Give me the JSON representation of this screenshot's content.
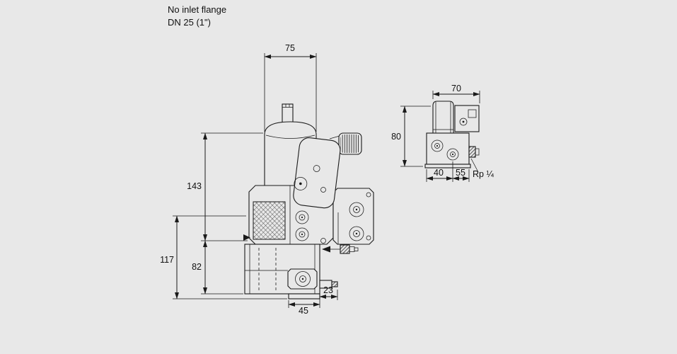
{
  "colors": {
    "background": "#e8e8e8",
    "line": "#1a1a1a"
  },
  "annotations": {
    "title_line1": "No inlet flange",
    "title_line2": "DN 25 (1\")"
  },
  "front_view": {
    "dim_top_width": "75",
    "dim_upper_height": "143",
    "dim_total_height": "117",
    "dim_lower_height": "82",
    "dim_bottom_width": "45",
    "dim_tap_offset": "23"
  },
  "side_view": {
    "dim_width": "70",
    "dim_height": "80",
    "dim_left": "40",
    "dim_right": "55",
    "thread_label": "Rp ¼"
  }
}
